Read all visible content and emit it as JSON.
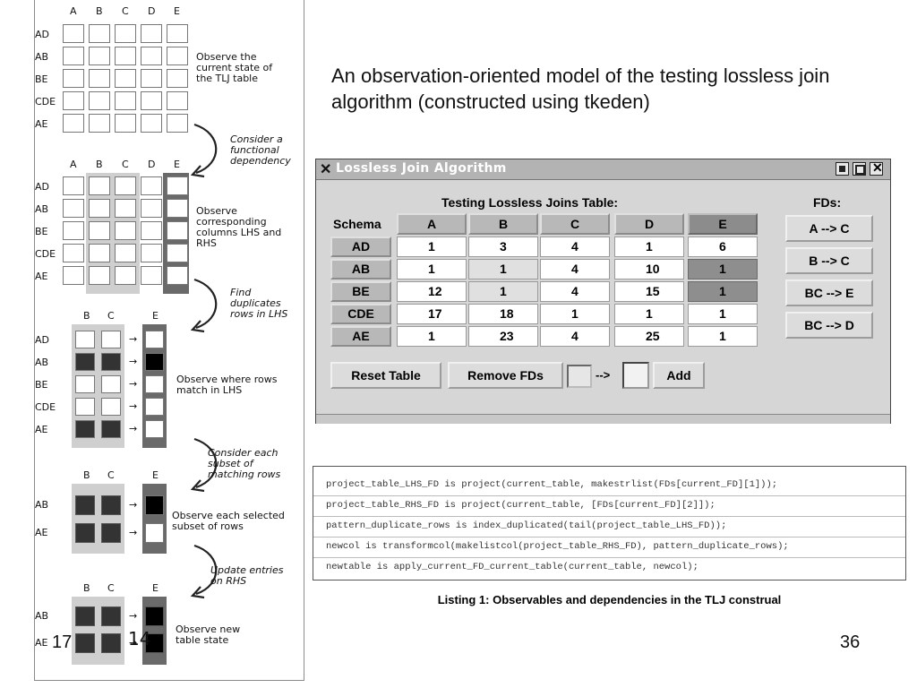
{
  "slide": {
    "title": "An observation-oriented model of the testing lossless join algorithm (constructed using tkeden)",
    "page_number": "36",
    "footer_date_fragment": "17",
    "footer_date_fragment_2": "14"
  },
  "diagram": {
    "cols_all": [
      "A",
      "B",
      "C",
      "D",
      "E"
    ],
    "rows_all": [
      "AD",
      "AB",
      "BE",
      "CDE",
      "AE"
    ],
    "cols_bce": [
      "B",
      "C",
      "E"
    ],
    "rows_ab_ae": [
      "AB",
      "AE"
    ],
    "step1_text": "Observe the\ncurrent state of\nthe TLJ table",
    "step2_arrow": "Consider a\nfunctional\ndependency",
    "step2_text": "Observe\ncorresponding\ncolumns LHS and\nRHS",
    "step3_arrow": "Find\nduplicates\nrows in LHS",
    "step3_text": "Observe where rows\nmatch in LHS",
    "step4_arrow": "Consider each\nsubset of\nmatching rows",
    "step4_text": "Observe each selected\nsubset of rows",
    "step5_arrow": "Update entries\non RHS",
    "step5_text": "Observe new\ntable state",
    "arrow_glyph": "→",
    "colors": {
      "dark": "#333333",
      "black": "#000000",
      "grey": "#cfcfcf",
      "edge": "#6a6a6a"
    }
  },
  "window": {
    "title": "Lossless Join Algorithm",
    "table_title": "Testing Lossless Joins Table:",
    "schema_label": "Schema",
    "columns": [
      "A",
      "B",
      "C",
      "D",
      "E"
    ],
    "selected_column": "E",
    "rows": [
      {
        "label": "AD",
        "values": [
          "1",
          "3",
          "4",
          "1",
          "6"
        ]
      },
      {
        "label": "AB",
        "values": [
          "1",
          "1",
          "4",
          "10",
          "1"
        ]
      },
      {
        "label": "BE",
        "values": [
          "12",
          "1",
          "4",
          "15",
          "1"
        ]
      },
      {
        "label": "CDE",
        "values": [
          "17",
          "18",
          "1",
          "1",
          "1"
        ]
      },
      {
        "label": "AE",
        "values": [
          "1",
          "23",
          "4",
          "25",
          "1"
        ]
      }
    ],
    "fds_label": "FDs:",
    "fds": [
      "A --> C",
      "B --> C",
      "BC --> E",
      "BC --> D"
    ],
    "reset_label": "Reset Table",
    "remove_label": "Remove FDs",
    "arrow_label": "-->",
    "add_label": "Add",
    "lhs_input_value": "",
    "rhs_input_value": ""
  },
  "listing": {
    "lines": [
      "project_table_LHS_FD is project(current_table, makestrlist(FDs[current_FD][1]));",
      "project_table_RHS_FD is project(current_table, [FDs[current_FD][2]]);",
      "pattern_duplicate_rows is index_duplicated(tail(project_table_LHS_FD));",
      "newcol is transformcol(makelistcol(project_table_RHS_FD), pattern_duplicate_rows);",
      "newtable is apply_current_FD_current_table(current_table, newcol);"
    ],
    "caption": "Listing 1: Observables and dependencies in the TLJ construal"
  }
}
